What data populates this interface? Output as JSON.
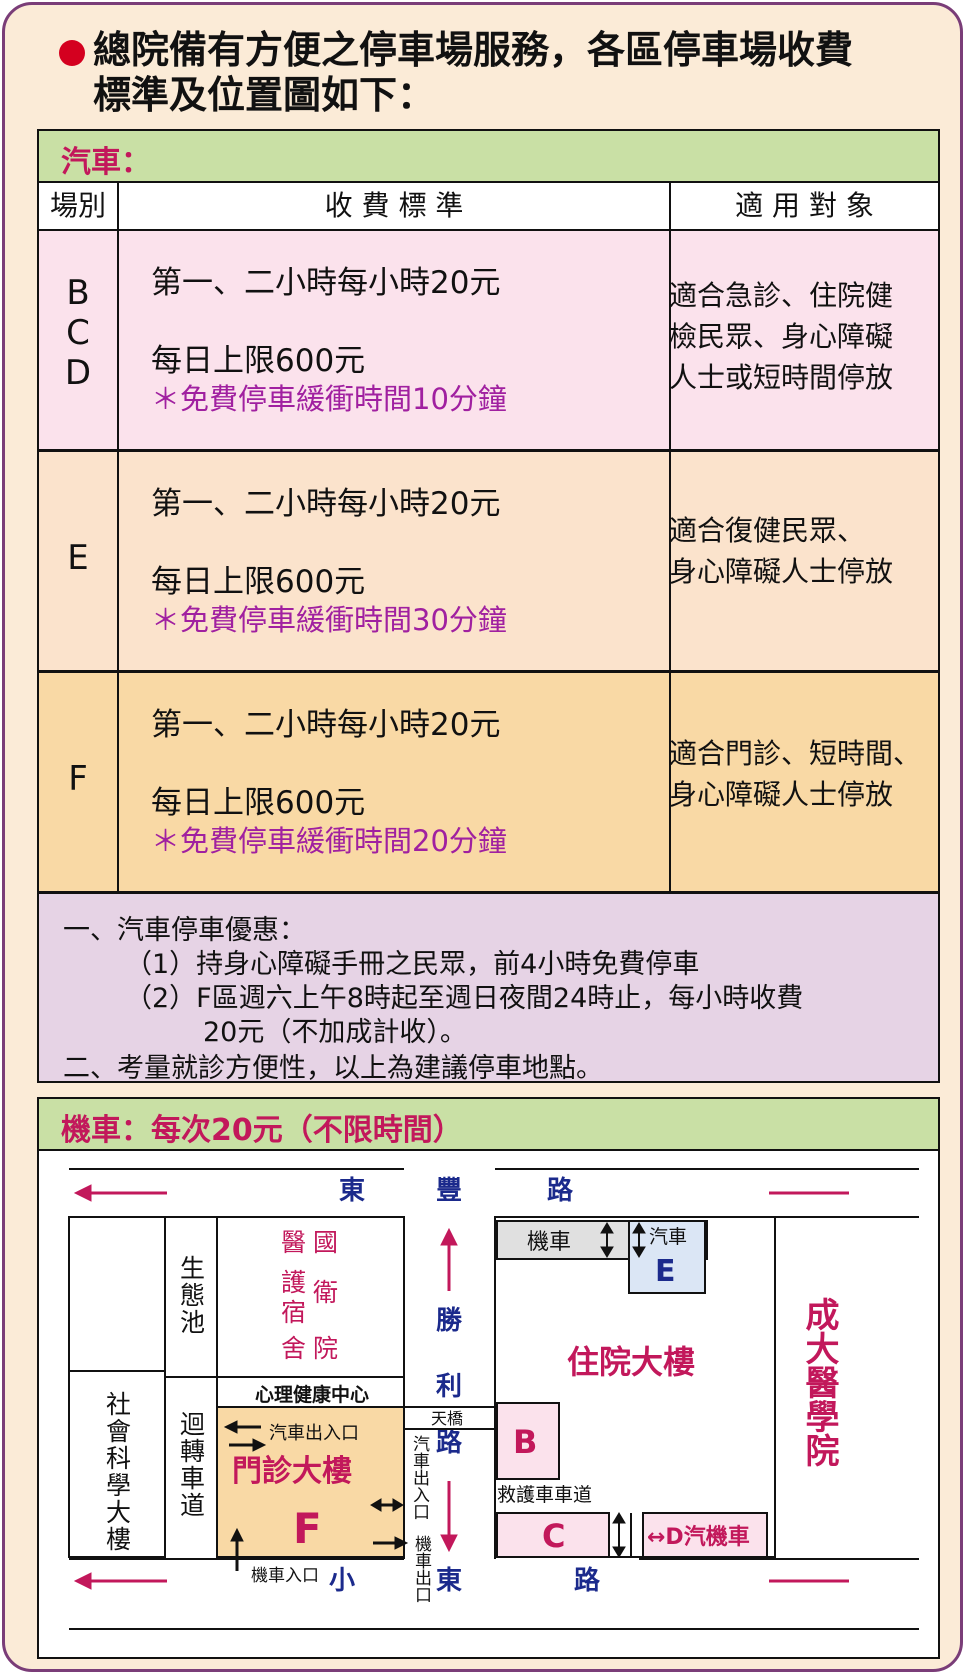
{
  "heading": {
    "line1": "總院備有方便之停車場服務，各區停車場收費",
    "line2": "標準及位置圖如下："
  },
  "car": {
    "title": "汽車：",
    "headers": {
      "lot": "場別",
      "fee": "收 費 標 準",
      "target": "適 用 對 象"
    },
    "rows": [
      {
        "lot": [
          "B",
          "C",
          "D"
        ],
        "fee1": "第一、二小時每小時20元",
        "fee2": "每日上限600元",
        "free": "＊免費停車緩衝時間10分鐘",
        "target": [
          "適合急診、住院健",
          "檢民眾、身心障礙",
          "人士或短時間停放"
        ]
      },
      {
        "lot": [
          "E"
        ],
        "fee1": "第一、二小時每小時20元",
        "fee2": "每日上限600元",
        "free": "＊免費停車緩衝時間30分鐘",
        "target": [
          "適合復健民眾、",
          "身心障礙人士停放"
        ]
      },
      {
        "lot": [
          "F"
        ],
        "fee1": "第一、二小時每小時20元",
        "fee2": "每日上限600元",
        "free": "＊免費停車緩衝時間20分鐘",
        "target": [
          "適合門診、短時間、",
          "身心障礙人士停放"
        ]
      }
    ],
    "notes": {
      "n1": "一、汽車停車優惠：",
      "n1a": "（1）持身心障礙手冊之民眾，前4小時免費停車",
      "n1b": "（2）F區週六上午8時起至週日夜間24時止，每小時收費",
      "n1c": "20元（不加成計收）。",
      "n2": "二、考量就診方便性，以上為建議停車地點。"
    }
  },
  "moto": {
    "title": "機車：每次20元（不限時間）"
  },
  "map": {
    "road_top": [
      "東",
      "豐",
      "路"
    ],
    "road_bottom": [
      "小",
      "東",
      "路"
    ],
    "road_mid": [
      "勝",
      "利",
      "路"
    ],
    "ecology_pond": "生態池",
    "nurse_dorm": [
      "醫",
      "護",
      "宿",
      "舍"
    ],
    "national_health": [
      "國",
      "衛",
      "院"
    ],
    "mental_center": "心理健康中心",
    "social_science": "社會科學大樓",
    "turn_lane": "迴轉車道",
    "car_entry": "汽車出入口",
    "outpatient": "門診大樓",
    "lot_f": "F",
    "moto_entry": "機車入口",
    "skybridge": "天橋",
    "car_exit_vert": "汽車出入口",
    "moto_exit_vert": "機車出口",
    "moto_label": "機車",
    "car_label": "汽車",
    "lot_e": "E",
    "inpatient": "住院大樓",
    "lot_b": "B",
    "ambulance": "救護車車道",
    "lot_c": "C",
    "lot_d": "↔D汽機車",
    "medical_college": "成大醫學院"
  }
}
